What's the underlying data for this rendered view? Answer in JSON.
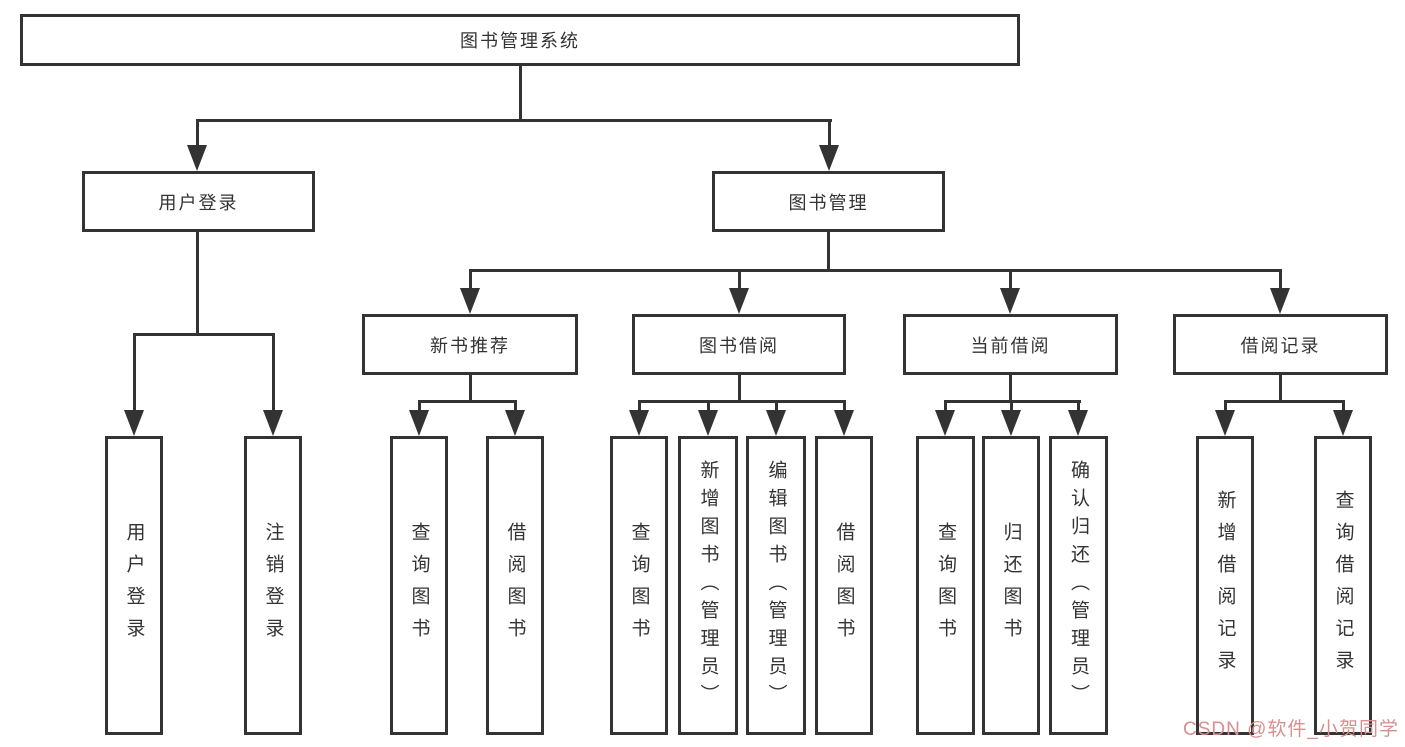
{
  "diagram": {
    "root": {
      "label": "图书管理系统"
    },
    "level2": [
      {
        "id": "user-login",
        "label": "用户登录"
      },
      {
        "id": "book-management",
        "label": "图书管理"
      }
    ],
    "level3": [
      {
        "id": "new-book-recommend",
        "parent": "图书管理",
        "label": "新书推荐"
      },
      {
        "id": "book-borrow",
        "parent": "图书管理",
        "label": "图书借阅"
      },
      {
        "id": "current-borrow",
        "parent": "图书管理",
        "label": "当前借阅"
      },
      {
        "id": "borrow-records",
        "parent": "图书管理",
        "label": "借阅记录"
      }
    ],
    "leaves": [
      {
        "parent": "用户登录",
        "label": "用户登录"
      },
      {
        "parent": "用户登录",
        "label": "注销登录"
      },
      {
        "parent": "新书推荐",
        "label": "查询图书"
      },
      {
        "parent": "新书推荐",
        "label": "借阅图书"
      },
      {
        "parent": "图书借阅",
        "label": "查询图书"
      },
      {
        "parent": "图书借阅",
        "label": "新增图书（管理员）"
      },
      {
        "parent": "图书借阅",
        "label": "编辑图书（管理员）"
      },
      {
        "parent": "图书借阅",
        "label": "借阅图书"
      },
      {
        "parent": "当前借阅",
        "label": "查询图书"
      },
      {
        "parent": "当前借阅",
        "label": "归还图书"
      },
      {
        "parent": "当前借阅",
        "label": "确认归还（管理员）"
      },
      {
        "parent": "借阅记录",
        "label": "新增借阅记录"
      },
      {
        "parent": "借阅记录",
        "label": "查询借阅记录"
      }
    ],
    "watermark": "CSDN @软件_小贺同学",
    "colors": {
      "line": "#333333",
      "text": "#333333",
      "watermark": "#d98f8f",
      "background": "#ffffff"
    }
  }
}
